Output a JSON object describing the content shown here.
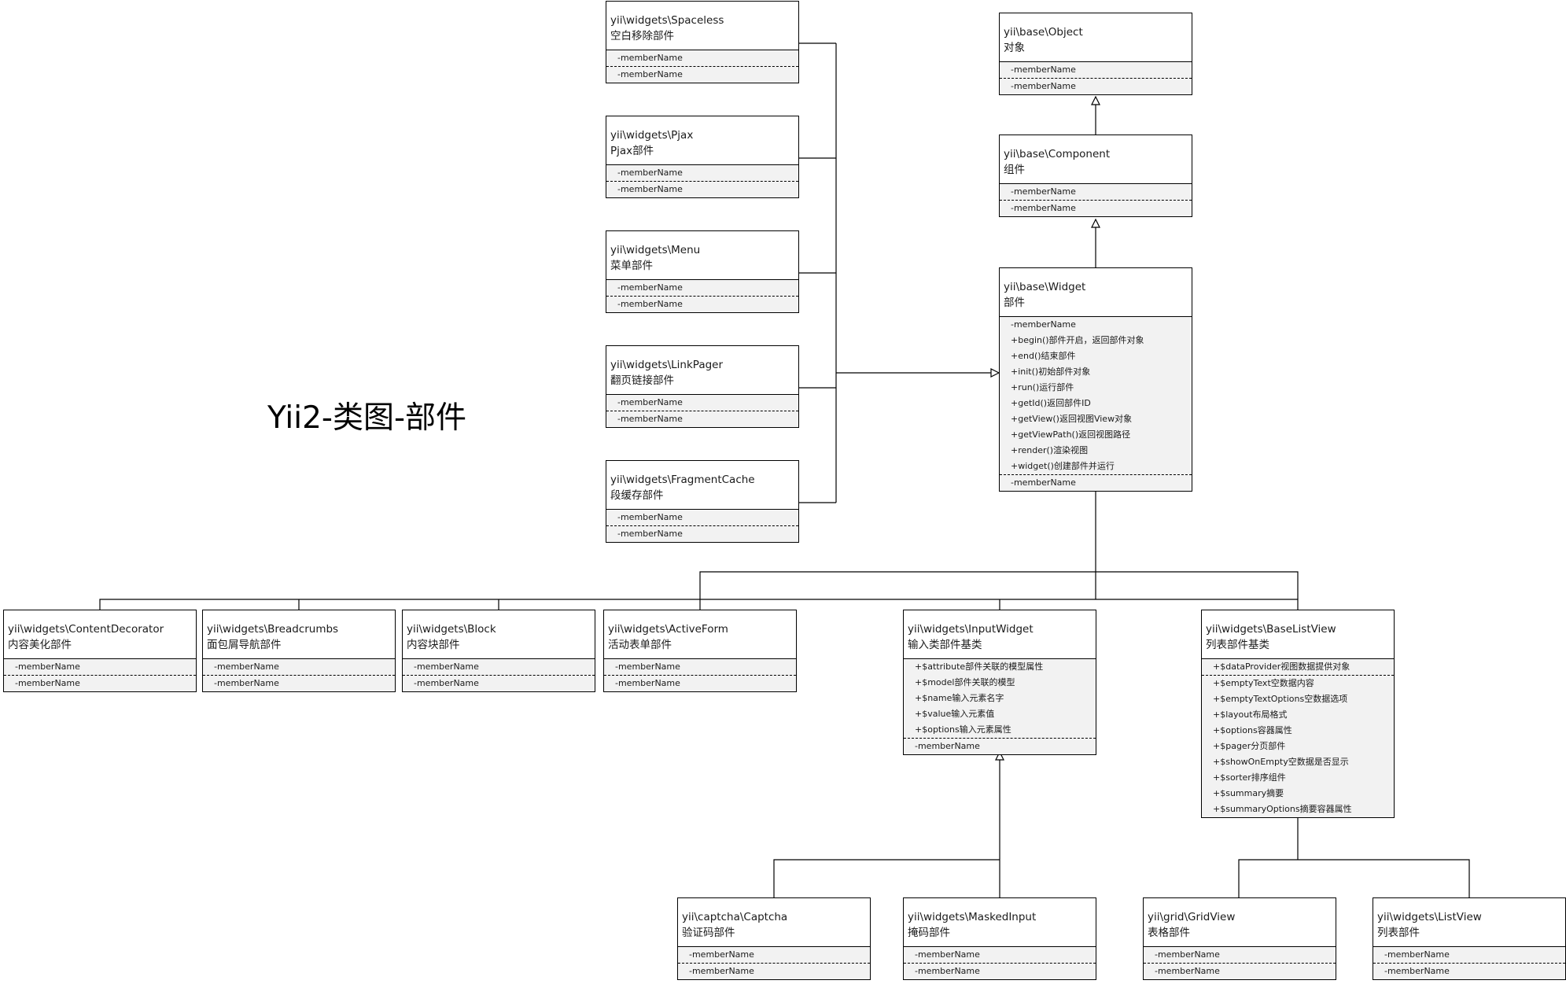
{
  "title": "Yii2-类图-部件",
  "classes": [
    {
      "id": "spaceless",
      "name": "yii\\widgets\\Spaceless",
      "desc": "空白移除部件",
      "top": [
        "-memberName"
      ],
      "bottom": [
        "-memberName"
      ]
    },
    {
      "id": "pjax",
      "name": "yii\\widgets\\Pjax",
      "desc": "Pjax部件",
      "top": [
        "-memberName"
      ],
      "bottom": [
        "-memberName"
      ]
    },
    {
      "id": "menu",
      "name": "yii\\widgets\\Menu",
      "desc": "菜单部件",
      "top": [
        "-memberName"
      ],
      "bottom": [
        "-memberName"
      ]
    },
    {
      "id": "linkpager",
      "name": "yii\\widgets\\LinkPager",
      "desc": "翻页链接部件",
      "top": [
        "-memberName"
      ],
      "bottom": [
        "-memberName"
      ]
    },
    {
      "id": "fragmentcache",
      "name": "yii\\widgets\\FragmentCache",
      "desc": "段缓存部件",
      "top": [
        "-memberName"
      ],
      "bottom": [
        "-memberName"
      ]
    },
    {
      "id": "object",
      "name": "yii\\base\\Object",
      "desc": "对象",
      "top": [
        "-memberName"
      ],
      "bottom": [
        "-memberName"
      ]
    },
    {
      "id": "component",
      "name": "yii\\base\\Component",
      "desc": "组件",
      "top": [
        "-memberName"
      ],
      "bottom": [
        "-memberName"
      ]
    },
    {
      "id": "widget",
      "name": "yii\\base\\Widget",
      "desc": "部件",
      "top": [
        "-memberName",
        "+begin()部件开启，返回部件对象",
        "+end()结束部件",
        "+init()初始部件对象",
        "+run()运行部件",
        "+getId()返回部件ID",
        "+getView()返回视图View对象",
        "+getViewPath()返回视图路径",
        "+render()渲染视图",
        "+widget()创建部件并运行"
      ],
      "bottom": [
        "-memberName"
      ]
    },
    {
      "id": "contentdecorator",
      "name": "yii\\widgets\\ContentDecorator",
      "desc": "内容美化部件",
      "top": [
        "-memberName"
      ],
      "bottom": [
        "-memberName"
      ]
    },
    {
      "id": "breadcrumbs",
      "name": "yii\\widgets\\Breadcrumbs",
      "desc": "面包屑导航部件",
      "top": [
        "-memberName"
      ],
      "bottom": [
        "-memberName"
      ]
    },
    {
      "id": "block",
      "name": "yii\\widgets\\Block",
      "desc": "内容块部件",
      "top": [
        "-memberName"
      ],
      "bottom": [
        "-memberName"
      ]
    },
    {
      "id": "activeform",
      "name": "yii\\widgets\\ActiveForm",
      "desc": "活动表单部件",
      "top": [
        "-memberName"
      ],
      "bottom": [
        "-memberName"
      ]
    },
    {
      "id": "inputwidget",
      "name": "yii\\widgets\\InputWidget",
      "desc": "输入类部件基类",
      "top": [
        "+$attribute部件关联的模型属性",
        "+$model部件关联的模型",
        "+$name输入元素名字",
        "+$value输入元素值",
        "+$options输入元素属性"
      ],
      "bottom": [
        "-memberName"
      ]
    },
    {
      "id": "baselistview",
      "name": "yii\\widgets\\BaseListView",
      "desc": "列表部件基类",
      "top": [
        "+$dataProvider视图数据提供对象"
      ],
      "bottom": [
        "+$emptyText空数据内容",
        "+$emptyTextOptions空数据选项",
        "+$layout布局格式",
        "+$options容器属性",
        "+$pager分页部件",
        "+$showOnEmpty空数据是否显示",
        "+$sorter排序组件",
        "+$summary摘要",
        "+$summaryOptions摘要容器属性"
      ]
    },
    {
      "id": "captcha",
      "name": "yii\\captcha\\Captcha",
      "desc": "验证码部件",
      "top": [
        "-memberName"
      ],
      "bottom": [
        "-memberName"
      ]
    },
    {
      "id": "maskedinput",
      "name": "yii\\widgets\\MaskedInput",
      "desc": "掩码部件",
      "top": [
        "-memberName"
      ],
      "bottom": [
        "-memberName"
      ]
    },
    {
      "id": "gridview",
      "name": "yii\\grid\\GridView",
      "desc": "表格部件",
      "top": [
        "-memberName"
      ],
      "bottom": [
        "-memberName"
      ]
    },
    {
      "id": "listview",
      "name": "yii\\widgets\\ListView",
      "desc": "列表部件",
      "top": [
        "-memberName"
      ],
      "bottom": [
        "-memberName"
      ]
    }
  ]
}
